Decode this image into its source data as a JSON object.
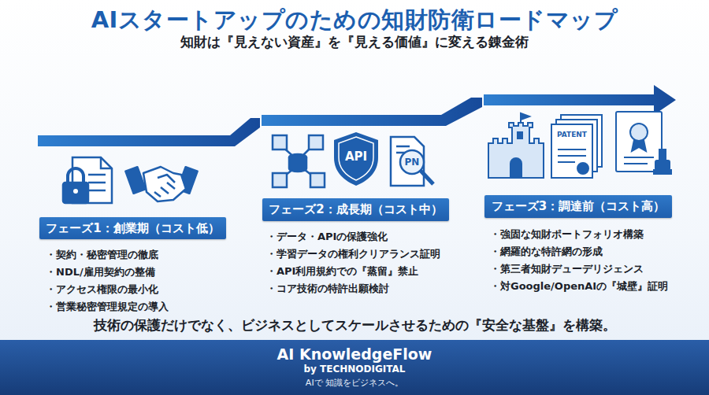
{
  "diagram": {
    "title": "AIスタートアップのための知財防衛ロードマップ",
    "caption": "技術の保護だけでなく、ビジネスとしてスケールさせるための『安全な基盤』を構築。",
    "nodes": [
      {
        "text": [
          "フェーズ1：創業期（コスト低）"
        ]
      },
      {
        "text": [
          "フェーズ2：成長期（コスト中）"
        ]
      },
      {
        "text": [
          "フェーズ3：調達前（コスト高）"
        ]
      },
      {
        "text": [
          "AI KnowledgeFlow",
          "by TECHNODIGITAL",
          "AIで 知識をビジネスへ。"
        ]
      }
    ],
    "labels": [
      "知財は『見えない資産』を『見える価値』に変える錬金術",
      "・契約・秘密管理の徹底",
      "・NDL/雇用契約の整備",
      "・アクセス権限の最小化",
      "・営業秘密管理規定の導入",
      "・データ・APIの保護強化",
      "・学習データの権利クリアランス証明",
      "・API利用規約での『蒸留』禁止",
      "・コア技術の特許出願検討",
      "・強固な知財ポートフォリオ構築",
      "・網羅的な特許網の形成",
      "・第三者知財デューデリジェンス",
      "・対Google/OpenAIの『城壁』証明",
      "API",
      "PN",
      "PATENT"
    ]
  }
}
